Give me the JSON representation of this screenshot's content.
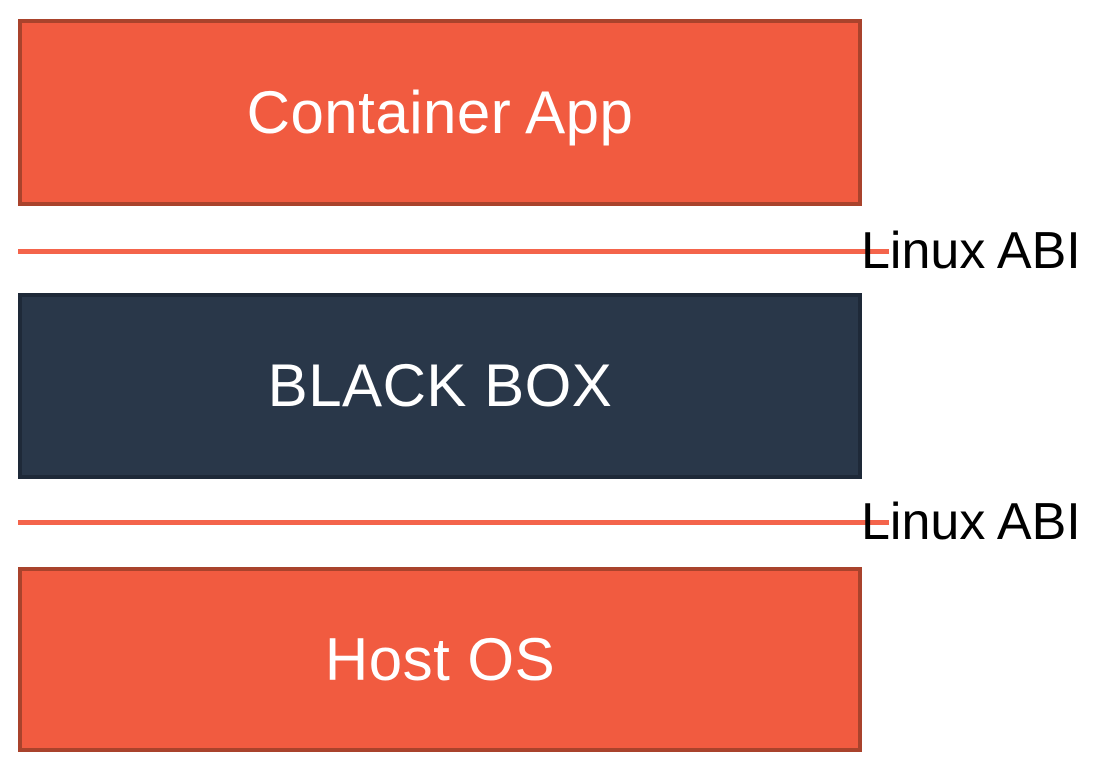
{
  "diagram": {
    "description": "Three-layer container stack diagram",
    "boxes": [
      {
        "id": "container-app",
        "label": "Container App",
        "fill": "#F15B40",
        "border": "#A9432C",
        "text_color": "#FFFFFF"
      },
      {
        "id": "black-box",
        "label": "BLACK BOX",
        "fill": "#293749",
        "border": "#1E2938",
        "text_color": "#FFFFFF"
      },
      {
        "id": "host-os",
        "label": "Host OS",
        "fill": "#F15B40",
        "border": "#A9432C",
        "text_color": "#FFFFFF"
      }
    ],
    "abi_lines": [
      {
        "id": "linux-abi-top",
        "label": "Linux ABI",
        "line_color": "#F4644B",
        "text_color": "#000000"
      },
      {
        "id": "linux-abi-bottom",
        "label": "Linux ABI",
        "line_color": "#F4644B",
        "text_color": "#000000"
      }
    ],
    "background_color": "#FFFFFF"
  }
}
